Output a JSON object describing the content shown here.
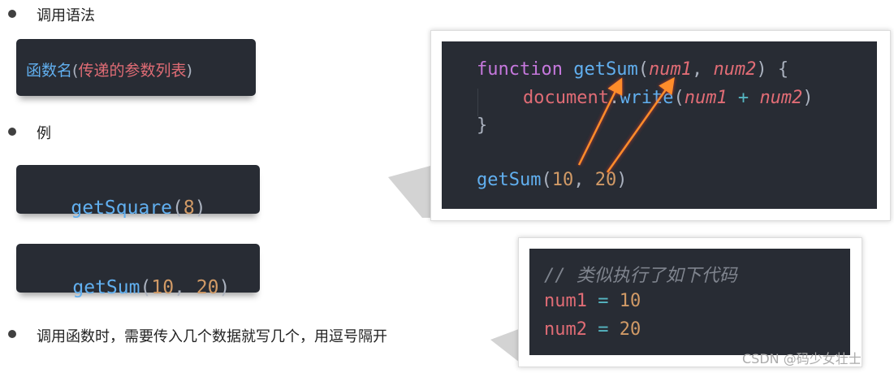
{
  "bullets": [
    "调用语法",
    "例",
    "调用函数时，需要传入几个数据就写几个，用逗号隔开"
  ],
  "syntax_box": {
    "name": "函数名",
    "open": "(",
    "params": "传递的参数列表",
    "close": ")"
  },
  "example1": {
    "fn": "getSquare",
    "open": "(",
    "arg": "8",
    "close": ")"
  },
  "example2": {
    "fn": "getSum",
    "open": "(",
    "a": "10",
    "sep": ", ",
    "b": "20",
    "close": ")"
  },
  "code_main": {
    "kw": "function",
    "fn": "getSum",
    "open": "(",
    "p1": "num1",
    "sep": ", ",
    "p2": "num2",
    "close_brace": ") {",
    "obj": "document",
    "dot": ".",
    "method": "write",
    "open2": "(",
    "a1": "num1",
    "plus": " + ",
    "a2": "num2",
    "close2": ")",
    "end": "}",
    "call_fn": "getSum",
    "call_open": "(",
    "c1": "10",
    "csep": ", ",
    "c2": "20",
    "call_close": ")"
  },
  "code_equiv": {
    "comment": "// 类似执行了如下代码",
    "v1": "num1",
    "eq": " = ",
    "n1": "10",
    "v2": "num2",
    "n2": "20"
  },
  "watermark": "CSDN @码少女壮士",
  "colors": {
    "code_bg": "#282c34",
    "function_blue": "#61afef",
    "variable_red": "#e06c75",
    "number_orange": "#d19a66",
    "keyword_purple": "#c678dd",
    "arrow_orange": "#ff8c2a"
  }
}
